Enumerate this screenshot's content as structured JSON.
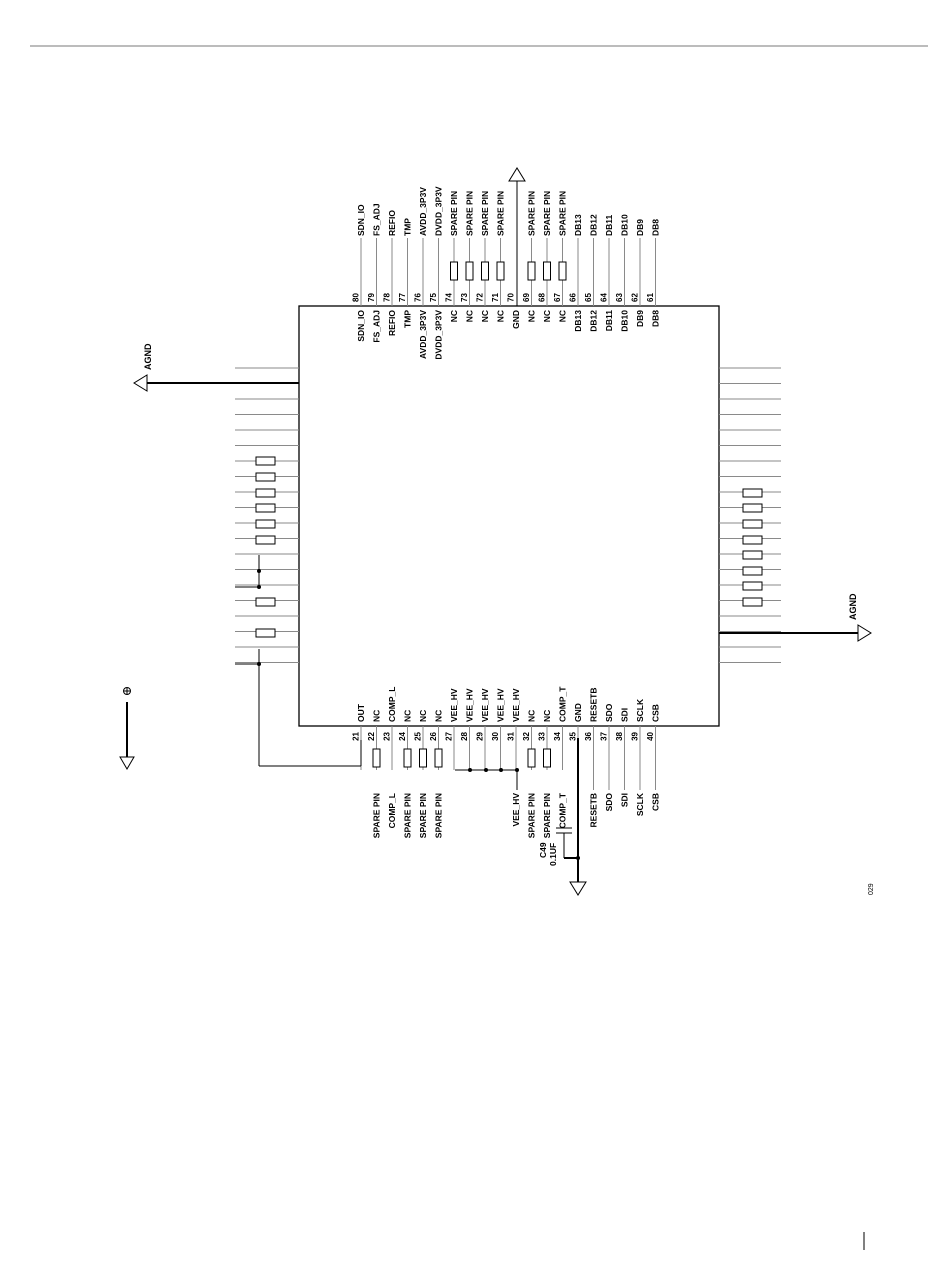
{
  "top_pins": [
    {
      "num": "80",
      "inside": "SDN_IO",
      "outside": "SDN_IO"
    },
    {
      "num": "79",
      "inside": "FS_ADJ",
      "outside": "FS_ADJ"
    },
    {
      "num": "78",
      "inside": "REFIO",
      "outside": "REFIO"
    },
    {
      "num": "77",
      "inside": "TMP",
      "outside": "TMP"
    },
    {
      "num": "76",
      "inside": "AVDD_3P3V",
      "outside": "AVDD_3P3V"
    },
    {
      "num": "75",
      "inside": "DVDD_3P3V",
      "outside": "DVDD_3P3V"
    },
    {
      "num": "74",
      "inside": "NC",
      "outside": "SPARE PIN"
    },
    {
      "num": "73",
      "inside": "NC",
      "outside": "SPARE PIN"
    },
    {
      "num": "72",
      "inside": "NC",
      "outside": "SPARE PIN"
    },
    {
      "num": "71",
      "inside": "NC",
      "outside": "SPARE PIN"
    },
    {
      "num": "70",
      "inside": "GND",
      "outside": ""
    },
    {
      "num": "69",
      "inside": "NC",
      "outside": "SPARE PIN"
    },
    {
      "num": "68",
      "inside": "NC",
      "outside": "SPARE PIN"
    },
    {
      "num": "67",
      "inside": "NC",
      "outside": "SPARE PIN"
    },
    {
      "num": "66",
      "inside": "DB13",
      "outside": "DB13"
    },
    {
      "num": "65",
      "inside": "DB12",
      "outside": "DB12"
    },
    {
      "num": "64",
      "inside": "DB11",
      "outside": "DB11"
    },
    {
      "num": "63",
      "inside": "DB10",
      "outside": "DB10"
    },
    {
      "num": "62",
      "inside": "DB9",
      "outside": "DB9"
    },
    {
      "num": "61",
      "inside": "DB8",
      "outside": "DB8"
    }
  ],
  "bottom_pins": [
    {
      "num": "21",
      "inside": "OUT",
      "outside": ""
    },
    {
      "num": "22",
      "inside": "NC",
      "outside": "SPARE PIN"
    },
    {
      "num": "23",
      "inside": "COMP_L",
      "outside": "COMP_L"
    },
    {
      "num": "24",
      "inside": "NC",
      "outside": "SPARE PIN"
    },
    {
      "num": "25",
      "inside": "NC",
      "outside": "SPARE PIN"
    },
    {
      "num": "26",
      "inside": "NC",
      "outside": "SPARE PIN"
    },
    {
      "num": "27",
      "inside": "VEE_HV",
      "outside": ""
    },
    {
      "num": "28",
      "inside": "VEE_HV",
      "outside": ""
    },
    {
      "num": "29",
      "inside": "VEE_HV",
      "outside": ""
    },
    {
      "num": "30",
      "inside": "VEE_HV",
      "outside": ""
    },
    {
      "num": "31",
      "inside": "VEE_HV",
      "outside": "VEE_HV"
    },
    {
      "num": "32",
      "inside": "NC",
      "outside": "SPARE PIN"
    },
    {
      "num": "33",
      "inside": "NC",
      "outside": "SPARE PIN"
    },
    {
      "num": "34",
      "inside": "COMP_T",
      "outside": "COMP_T"
    },
    {
      "num": "35",
      "inside": "GND",
      "outside": ""
    },
    {
      "num": "36",
      "inside": "RESETB",
      "outside": "RESETB"
    },
    {
      "num": "37",
      "inside": "SDO",
      "outside": "SDO"
    },
    {
      "num": "38",
      "inside": "SDI",
      "outside": "SDI"
    },
    {
      "num": "39",
      "inside": "SCLK",
      "outside": "SCLK"
    },
    {
      "num": "40",
      "inside": "CSB",
      "outside": "CSB"
    }
  ],
  "agnd_left": "AGND",
  "agnd_right": "AGND",
  "cap_ref": "C49",
  "cap_value": "0.1UF",
  "figure_id": "029",
  "colors": {
    "line": "#000000",
    "pin_wire": "#8a8a8a"
  }
}
